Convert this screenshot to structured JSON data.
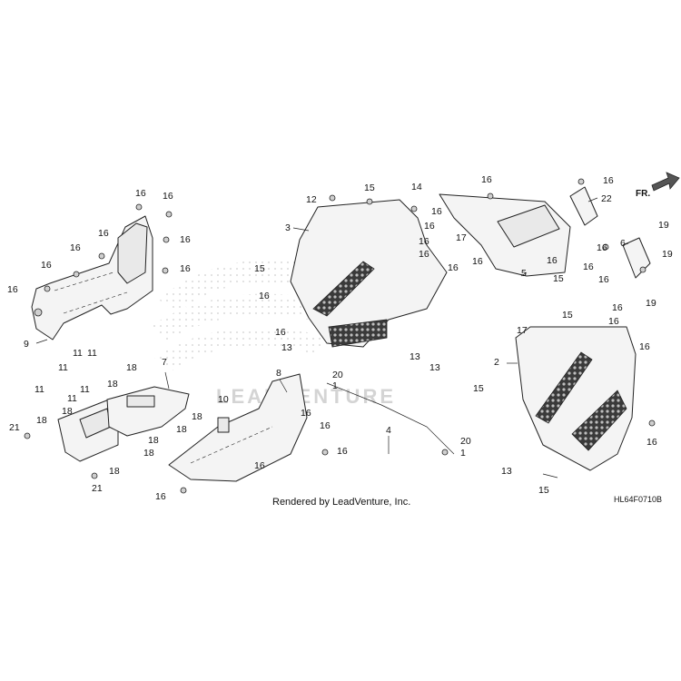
{
  "diagram": {
    "footer_text": "Rendered by LeadVenture, Inc.",
    "diagram_code": "HL64F0710B",
    "watermark_text": "LEADVENTURE",
    "direction_label": "FR.",
    "callouts": {
      "c1": "1",
      "c1b": "1",
      "c2": "2",
      "c3": "3",
      "c4": "4",
      "c5": "5",
      "c6": "6",
      "c7": "7",
      "c8": "8",
      "c9": "9",
      "c10": "10",
      "c11a": "11",
      "c11b": "11",
      "c11c": "11",
      "c11d": "11",
      "c11e": "11",
      "c11f": "11",
      "c12": "12",
      "c13a": "13",
      "c13b": "13",
      "c13c": "13",
      "c13d": "13",
      "c14": "14",
      "c15a": "15",
      "c15b": "15",
      "c15c": "15",
      "c15d": "15",
      "c15e": "15",
      "c15f": "15",
      "c16a": "16",
      "c16b": "16",
      "c16c": "16",
      "c16d": "16",
      "c16e": "16",
      "c16f": "16",
      "c16g": "16",
      "c16h": "16",
      "c16i": "16",
      "c16j": "16",
      "c16k": "16",
      "c16l": "16",
      "c16m": "16",
      "c16n": "16",
      "c16o": "16",
      "c16p": "16",
      "c16q": "16",
      "c16r": "16",
      "c16s": "16",
      "c16t": "16",
      "c16u": "16",
      "c16v": "16",
      "c16w": "16",
      "c16x": "16",
      "c16y": "16",
      "c16z": "16",
      "c16aa": "16",
      "c16ab": "16",
      "c16ac": "16",
      "c16ad": "16",
      "c16ae": "16",
      "c17a": "17",
      "c17b": "17",
      "c18a": "18",
      "c18b": "18",
      "c18c": "18",
      "c18d": "18",
      "c18e": "18",
      "c18f": "18",
      "c18g": "18",
      "c18h": "18",
      "c18i": "18",
      "c19a": "19",
      "c19b": "19",
      "c19c": "19",
      "c20a": "20",
      "c20b": "20",
      "c21a": "21",
      "c21b": "21",
      "c22": "22"
    }
  }
}
